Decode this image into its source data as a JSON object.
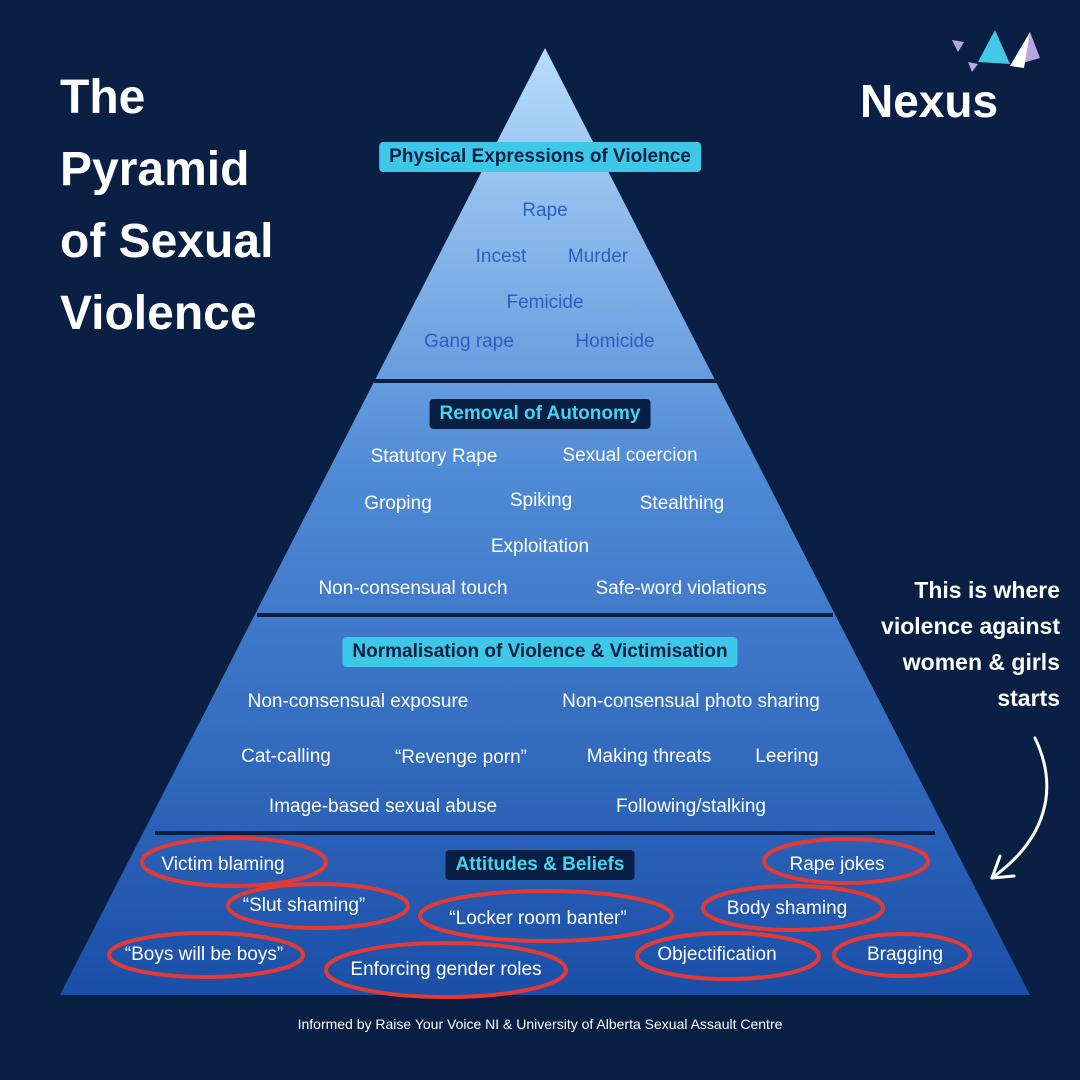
{
  "title": [
    "The",
    "Pyramid",
    "of Sexual",
    "Violence"
  ],
  "brand": {
    "name": "Nexus"
  },
  "colors": {
    "background": "#0a1f44",
    "pyramid_top": "#b8dcfb",
    "pyramid_bottom": "#1a4fa8",
    "divider": "#0a1f44",
    "highlight_circle": "#e53935",
    "accent": "#3dc8e8"
  },
  "tiers": [
    {
      "title": "Physical Expressions of Violence",
      "items": [
        "Rape",
        "Incest",
        "Murder",
        "Femicide",
        "Gang rape",
        "Homicide"
      ]
    },
    {
      "title": "Removal of Autonomy",
      "items": [
        "Statutory Rape",
        "Sexual coercion",
        "Groping",
        "Spiking",
        "Stealthing",
        "Exploitation",
        "Non-consensual touch",
        "Safe-word violations"
      ]
    },
    {
      "title": "Normalisation of Violence & Victimisation",
      "items": [
        "Non-consensual exposure",
        "Non-consensual photo sharing",
        "Cat-calling",
        "“Revenge porn”",
        "Making threats",
        "Leering",
        "Image-based sexual abuse",
        "Following/stalking"
      ]
    },
    {
      "title": "Attitudes & Beliefs",
      "items": [
        "Victim blaming",
        "Rape jokes",
        "“Slut shaming”",
        "“Locker room banter”",
        "Body shaming",
        "“Boys will be boys”",
        "Enforcing gender roles",
        "Objectification",
        "Bragging"
      ],
      "circled": true
    }
  ],
  "callout": [
    "This is where",
    "violence against",
    "women & girls",
    "starts"
  ],
  "footer": "Informed by Raise Your Voice NI & University of Alberta Sexual Assault Centre"
}
